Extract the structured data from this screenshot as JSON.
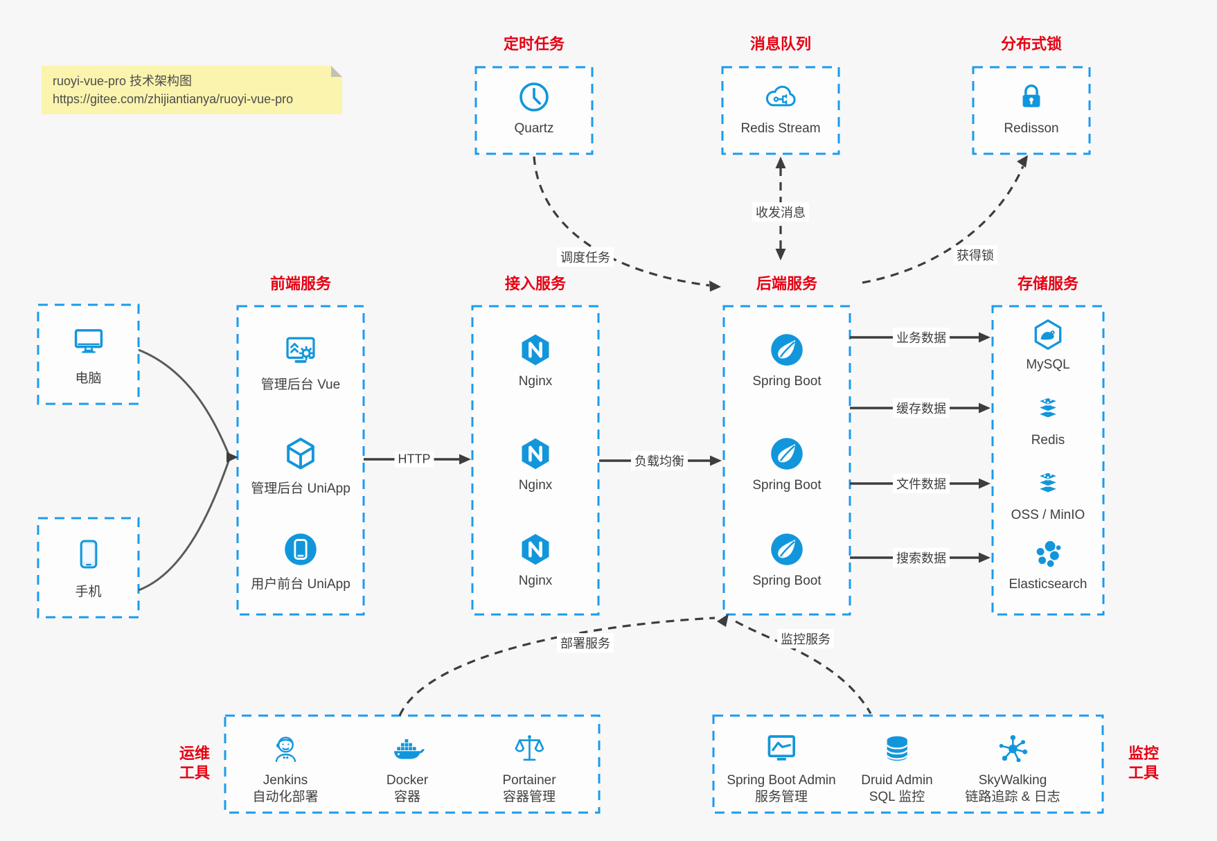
{
  "note": {
    "line1": "ruoyi-vue-pro 技术架构图",
    "line2": "https://gitee.com/zhijiantianya/ruoyi-vue-pro"
  },
  "top_groups": {
    "scheduler": {
      "title": "定时任务",
      "item": {
        "label": "Quartz",
        "icon": "clock-icon"
      }
    },
    "mq": {
      "title": "消息队列",
      "item": {
        "label": "Redis Stream",
        "icon": "cloud-stream-icon"
      }
    },
    "lock": {
      "title": "分布式锁",
      "item": {
        "label": "Redisson",
        "icon": "lock-icon"
      }
    }
  },
  "clients": [
    {
      "label": "电脑",
      "icon": "desktop-icon"
    },
    {
      "label": "手机",
      "icon": "mobile-icon"
    }
  ],
  "columns": {
    "frontend": {
      "title": "前端服务",
      "items": [
        {
          "label": "管理后台 Vue",
          "icon": "admin-vue-icon"
        },
        {
          "label": "管理后台 UniApp",
          "icon": "uniapp-cube-icon"
        },
        {
          "label": "用户前台 UniApp",
          "icon": "user-app-icon"
        }
      ]
    },
    "gateway": {
      "title": "接入服务",
      "items": [
        {
          "label": "Nginx",
          "icon": "nginx-icon"
        },
        {
          "label": "Nginx",
          "icon": "nginx-icon"
        },
        {
          "label": "Nginx",
          "icon": "nginx-icon"
        }
      ]
    },
    "backend": {
      "title": "后端服务",
      "items": [
        {
          "label": "Spring Boot",
          "icon": "spring-icon"
        },
        {
          "label": "Spring Boot",
          "icon": "spring-icon"
        },
        {
          "label": "Spring Boot",
          "icon": "spring-icon"
        }
      ]
    },
    "storage": {
      "title": "存储服务",
      "items": [
        {
          "label": "MySQL",
          "icon": "mysql-icon"
        },
        {
          "label": "Redis",
          "icon": "redis-stack-icon"
        },
        {
          "label": "OSS / MinIO",
          "icon": "oss-stack-icon"
        },
        {
          "label": "Elasticsearch",
          "icon": "elasticsearch-icon"
        }
      ]
    }
  },
  "bottom_groups": {
    "ops": {
      "title_line1": "运维",
      "title_line2": "工具",
      "items": [
        {
          "name": "Jenkins",
          "desc": "自动化部署",
          "icon": "jenkins-icon"
        },
        {
          "name": "Docker",
          "desc": "容器",
          "icon": "docker-icon"
        },
        {
          "name": "Portainer",
          "desc": "容器管理",
          "icon": "portainer-icon"
        }
      ]
    },
    "monitoring": {
      "title_line1": "监控",
      "title_line2": "工具",
      "items": [
        {
          "name": "Spring Boot Admin",
          "desc": "服务管理",
          "icon": "sba-icon"
        },
        {
          "name": "Druid Admin",
          "desc": "SQL 监控",
          "icon": "druid-icon"
        },
        {
          "name": "SkyWalking",
          "desc": "链路追踪 & 日志",
          "icon": "skywalking-icon"
        }
      ]
    }
  },
  "edge_labels": {
    "http": "HTTP",
    "load_balance": "负载均衡",
    "schedule": "调度任务",
    "message": "收发消息",
    "acquire_lock": "获得锁",
    "biz_data": "业务数据",
    "cache_data": "缓存数据",
    "file_data": "文件数据",
    "search_data": "搜索数据",
    "deploy": "部署服务",
    "monitor": "监控服务"
  },
  "colors": {
    "accent_blue": "#1296db",
    "box_border_blue": "#1a9bee",
    "title_red": "#e60012",
    "arrow_dark": "#3d3d3d",
    "note_yellow": "#faf4ae",
    "background": "#f7f7f8"
  }
}
